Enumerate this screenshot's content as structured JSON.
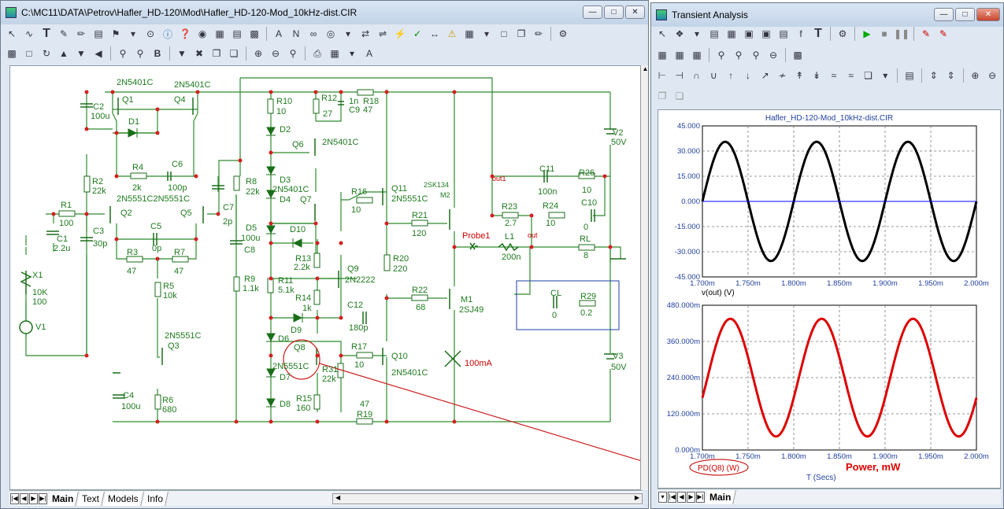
{
  "schematic_window": {
    "title": "C:\\MC11\\DATA\\Petrov\\Hafler_HD-120\\Mod\\Hafler_HD-120-Mod_10kHz-dist.CIR",
    "tabs": [
      "Main",
      "Text",
      "Models",
      "Info"
    ],
    "active_tab": "Main"
  },
  "analysis_window": {
    "title": "Transient Analysis",
    "tabs": [
      "Main"
    ],
    "active_tab": "Main",
    "plot_title": "Hafler_HD-120-Mod_10kHz-dist.CIR",
    "x_axis_label": "T (Secs)",
    "plot1_ylabel": "v(out) (V)",
    "plot2_ylabel": "PD(Q8) (W)",
    "annotation": "Power, mW"
  },
  "schematic_labels": {
    "q1_type": "2N5401C",
    "q4_type": "2N5401C",
    "q1": "Q1",
    "q4": "Q4",
    "c2": "C2",
    "c2v": "100u",
    "d1": "D1",
    "r2": "R2",
    "r2v": "22k",
    "r4": "R4",
    "r4v": "2k",
    "c6": "C6",
    "c6v": "100p",
    "q2type": "2N5551C2N5551C",
    "q2": "Q2",
    "q5": "Q5",
    "r1": "R1",
    "r1v": "100",
    "c1": "C1",
    "c1v": "2.2u",
    "c3": "C3",
    "c3v": "30p",
    "c5": "C5",
    "c5v": "0p",
    "r3": "R3",
    "r3v": "47",
    "r7": "R7",
    "r7v": "47",
    "x1": "X1",
    "x1v": "10K",
    "x1v2": "100",
    "v1": "V1",
    "r5": "R5",
    "r5v": "10k",
    "q3type": "2N5551C",
    "q3": "Q3",
    "c4": "C4",
    "c4v": "100u",
    "r6": "R6",
    "r6v": "680",
    "c7": "C7",
    "c7v": "2p",
    "r10": "R10",
    "r10v": "10",
    "d2": "D2",
    "r12": "R12",
    "r12v": "27",
    "c9": "C9",
    "c9v": "1n",
    "r18": "R18",
    "r18v": "47",
    "q6": "Q6",
    "q6type": "2N5401C",
    "r8": "R8",
    "r8v": "22k",
    "d3": "D3",
    "d4": "D4",
    "q7type": "2N5401C",
    "q7": "Q7",
    "d5": "D5",
    "c8v": "100u",
    "c8": "C8",
    "d10": "D10",
    "r9": "R9",
    "r9v": "1.1k",
    "r13": "R13",
    "r13v": "2.2k",
    "q9": "Q9",
    "q9type": "2N2222",
    "r11": "R11",
    "r11v": "5.1k",
    "r14": "R14",
    "r14v": "1k",
    "d9": "D9",
    "c12": "C12",
    "c12v": "180p",
    "d6": "D6",
    "q8": "Q8",
    "q8type": "2N5551C",
    "d7": "D7",
    "r31": "R31",
    "r31v": "22k",
    "r15": "R15",
    "r15v": "160",
    "d8": "D8",
    "r19": "R19",
    "r19v": "47",
    "r16": "R16",
    "r16v": "10",
    "q11": "Q11",
    "q11type": "2N5551C",
    "r21": "R21",
    "r21v": "120",
    "m2type": "2SK134",
    "m2": "M2",
    "r20": "R20",
    "r20v": "220",
    "r22": "R22",
    "r22v": "68",
    "m1": "M1",
    "m1type": "2SJ49",
    "r17": "R17",
    "r17v": "10",
    "q10": "Q10",
    "q10type": "2N5401C",
    "i100": "100mA",
    "out1": "out1",
    "c11": "C11",
    "c11v": "100n",
    "r26": "R26",
    "r26v": "10",
    "r23": "R23",
    "r23v": "2.7",
    "r24": "R24",
    "r24v": "10",
    "c10": "C10",
    "c10v": "0",
    "probe1": "Probe1",
    "l1": "L1",
    "l1v": "200n",
    "out": "out",
    "rl": "RL",
    "rlv": "8",
    "cl": "CL",
    "clv": "0",
    "r29": "R29",
    "r29v": "0.2",
    "v2": "V2",
    "v2v": "50V",
    "v3": "V3",
    "v3v": "50V"
  },
  "chart_data": [
    {
      "type": "line",
      "title": "Hafler_HD-120-Mod_10kHz-dist.CIR",
      "xlabel": "",
      "ylabel": "v(out) (V)",
      "xlim": [
        0.0017,
        0.002
      ],
      "ylim": [
        -45,
        45
      ],
      "grid": true,
      "x_ticks": [
        "1.700m",
        "1.750m",
        "1.800m",
        "1.850m",
        "1.900m",
        "1.950m",
        "2.000m"
      ],
      "y_ticks": [
        "45.000",
        "30.000",
        "15.000",
        "0.000",
        "-15.000",
        "-30.000",
        "-45.000"
      ],
      "series": [
        {
          "color": "#000000",
          "amplitude": 35.5,
          "frequency_hz": 10000,
          "phase_x0": 0.0017
        },
        {
          "color": "#0000ff",
          "constant": 0
        }
      ]
    },
    {
      "type": "line",
      "xlabel": "T (Secs)",
      "ylabel": "PD(Q8) (W)",
      "xlim": [
        0.0017,
        0.002
      ],
      "ylim": [
        0,
        0.48
      ],
      "grid": true,
      "x_ticks": [
        "1.700m",
        "1.750m",
        "1.800m",
        "1.850m",
        "1.900m",
        "1.950m",
        "2.000m"
      ],
      "y_ticks": [
        "480.000m",
        "360.000m",
        "240.000m",
        "120.000m",
        "0.000m"
      ],
      "series": [
        {
          "color": "#dd0000",
          "offset": 0.24,
          "amplitude": 0.195,
          "frequency_hz": 10000
        }
      ]
    }
  ],
  "colors": {
    "wire": "#2e8b2e",
    "node": "#d42020",
    "accent_red": "#dd0000",
    "label_green": "#1f7a1f",
    "label_red": "#cc0000"
  }
}
